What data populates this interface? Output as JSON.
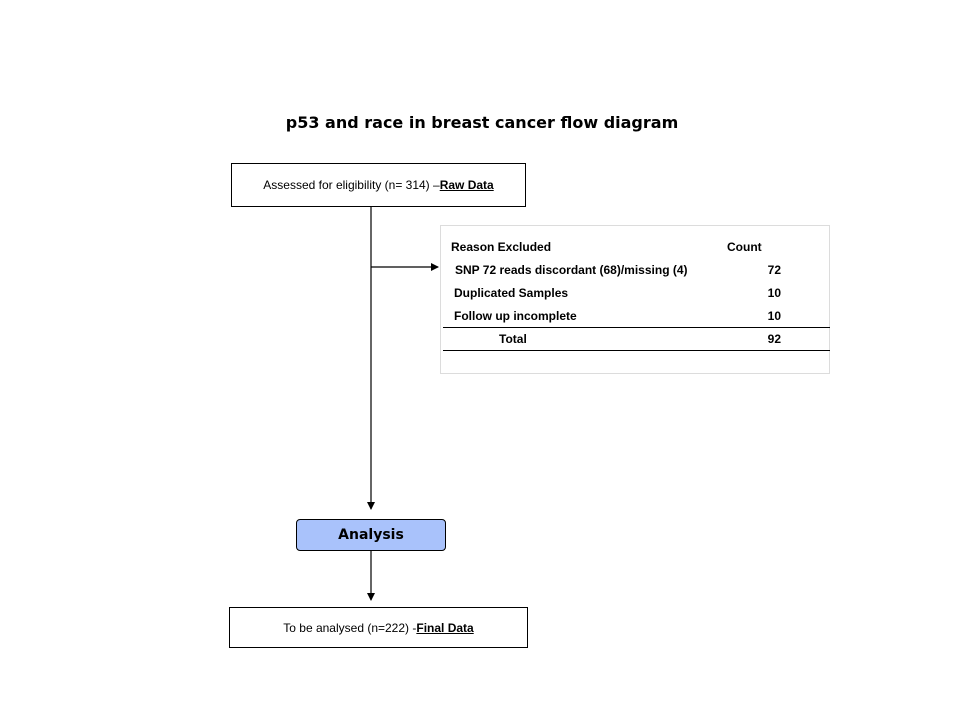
{
  "title": "p53 and race in breast cancer flow diagram",
  "top_box": {
    "text": "Assessed for eligibility (n= 314) – ",
    "link": "Raw Data"
  },
  "exclusion_table": {
    "header_reason": "Reason Excluded",
    "header_count": "Count",
    "rows": [
      {
        "reason": "SNP 72 reads discordant (68)/missing (4)",
        "count": "72"
      },
      {
        "reason": "Duplicated Samples",
        "count": "10"
      },
      {
        "reason": "Follow up incomplete",
        "count": "10"
      }
    ],
    "total_label": "Total",
    "total_count": "92"
  },
  "analysis_box": {
    "text": "Analysis",
    "color": "#a9c2fb"
  },
  "bottom_box": {
    "text": "To be analysed (n=222) - ",
    "link": "Final Data"
  }
}
